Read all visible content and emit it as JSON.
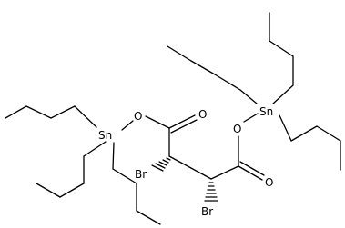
{
  "diagram": {
    "atoms": {
      "sn_left": "Sn",
      "sn_right": "Sn",
      "o_ester_left": "O",
      "o_carbonyl_left": "O",
      "o_ester_right": "O",
      "o_carbonyl_right": "O",
      "br_left": "Br",
      "br_right": "Br"
    },
    "colors": {
      "bond": "#000000",
      "label": "#000000",
      "background": "#ffffff"
    }
  }
}
